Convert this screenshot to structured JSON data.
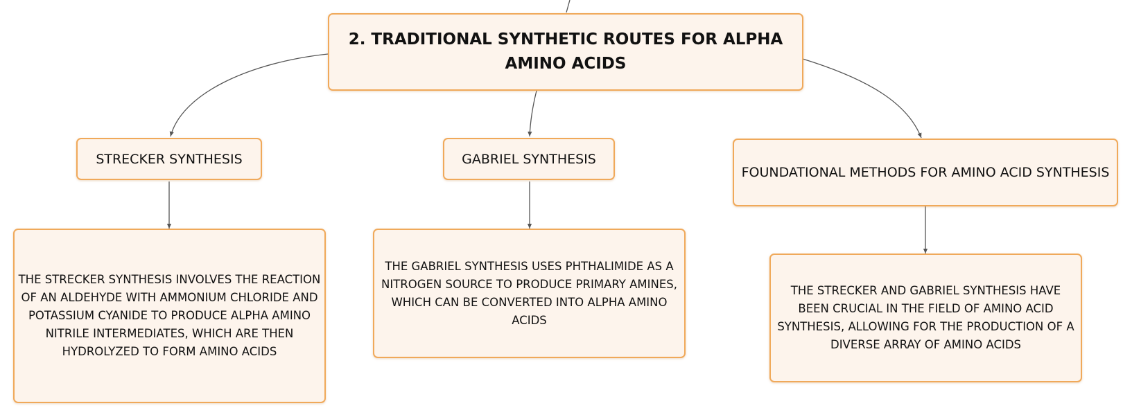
{
  "diagram": {
    "root": {
      "title": "2. TRADITIONAL SYNTHETIC ROUTES FOR ALPHA AMINO ACIDS"
    },
    "branches": [
      {
        "label": "STRECKER SYNTHESIS",
        "detail": "THE STRECKER SYNTHESIS INVOLVES THE REACTION OF AN ALDEHYDE WITH AMMONIUM CHLORIDE AND POTASSIUM CYANIDE TO PRODUCE ALPHA AMINO NITRILE INTERMEDIATES, WHICH ARE THEN HYDROLYZED TO FORM AMINO ACIDS"
      },
      {
        "label": "GABRIEL SYNTHESIS",
        "detail": "THE GABRIEL SYNTHESIS USES PHTHALIMIDE AS A NITROGEN SOURCE TO PRODUCE PRIMARY AMINES, WHICH CAN BE CONVERTED INTO ALPHA AMINO ACIDS"
      },
      {
        "label": "FOUNDATIONAL METHODS FOR AMINO ACID SYNTHESIS",
        "detail": "THE STRECKER AND GABRIEL SYNTHESIS HAVE BEEN CRUCIAL IN THE FIELD OF AMINO ACID SYNTHESIS, ALLOWING FOR THE PRODUCTION OF A DIVERSE ARRAY OF AMINO ACIDS"
      }
    ]
  },
  "colors": {
    "node_fill": "#fdf4ec",
    "node_border": "#f0a95a",
    "connector": "#555555",
    "text": "#111111"
  }
}
